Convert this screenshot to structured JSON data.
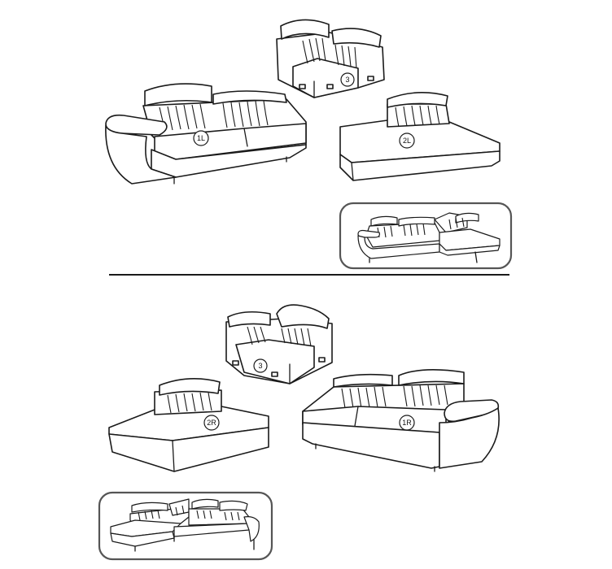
{
  "colors": {
    "line": "#1a1a1a",
    "background": "#ffffff",
    "frame": "#555555"
  },
  "top": {
    "corner_label": "3",
    "sofa_label": "1L",
    "chaise_label": "2L"
  },
  "bottom": {
    "corner_label": "3",
    "chaise_label": "2R",
    "sofa_label": "1R"
  }
}
